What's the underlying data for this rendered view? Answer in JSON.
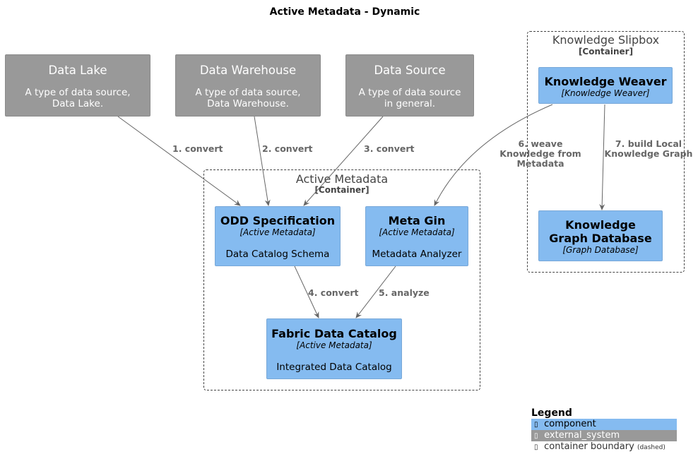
{
  "title": "Active Metadata - Dynamic",
  "external_systems": [
    {
      "id": "data-lake",
      "name": "Data Lake",
      "desc": "A type of data source, Data Lake."
    },
    {
      "id": "data-warehouse",
      "name": "Data Warehouse",
      "desc": "A type of data source, Data Warehouse."
    },
    {
      "id": "data-source",
      "name": "Data Source",
      "desc": "A type of data source in general."
    }
  ],
  "boundaries": {
    "active_metadata": {
      "title": "Active Metadata",
      "type": "[Container]"
    },
    "knowledge_slipbox": {
      "title": "Knowledge Slipbox",
      "type": "[Container]"
    }
  },
  "components": {
    "odd": {
      "name": "ODD Specification",
      "tech": "[Active Metadata]",
      "desc": "Data Catalog Schema"
    },
    "meta_gin": {
      "name": "Meta Gin",
      "tech": "[Active Metadata]",
      "desc": "Metadata Analyzer"
    },
    "fabric": {
      "name": "Fabric Data Catalog",
      "tech": "[Active Metadata]",
      "desc": "Integrated Data Catalog"
    },
    "weaver": {
      "name": "Knowledge Weaver",
      "tech": "[Knowledge Weaver]"
    },
    "kg_db": {
      "name": "Knowledge Graph Database",
      "tech": "[Graph Database]"
    }
  },
  "edges": {
    "e1": "1. convert",
    "e2": "2. convert",
    "e3": "3. convert",
    "e4": "4. convert",
    "e5": "5. analyze",
    "e6": "6. weave Knowledge from Metadata",
    "e7": "7. build Local Knowledge Graph"
  },
  "legend": {
    "title": "Legend",
    "component": "component",
    "external_system": "external_system",
    "container_boundary": "container boundary",
    "dashed_note": "(dashed)"
  },
  "colors": {
    "component": "#85BBF0",
    "external_system": "#999999",
    "edge": "#666666"
  }
}
